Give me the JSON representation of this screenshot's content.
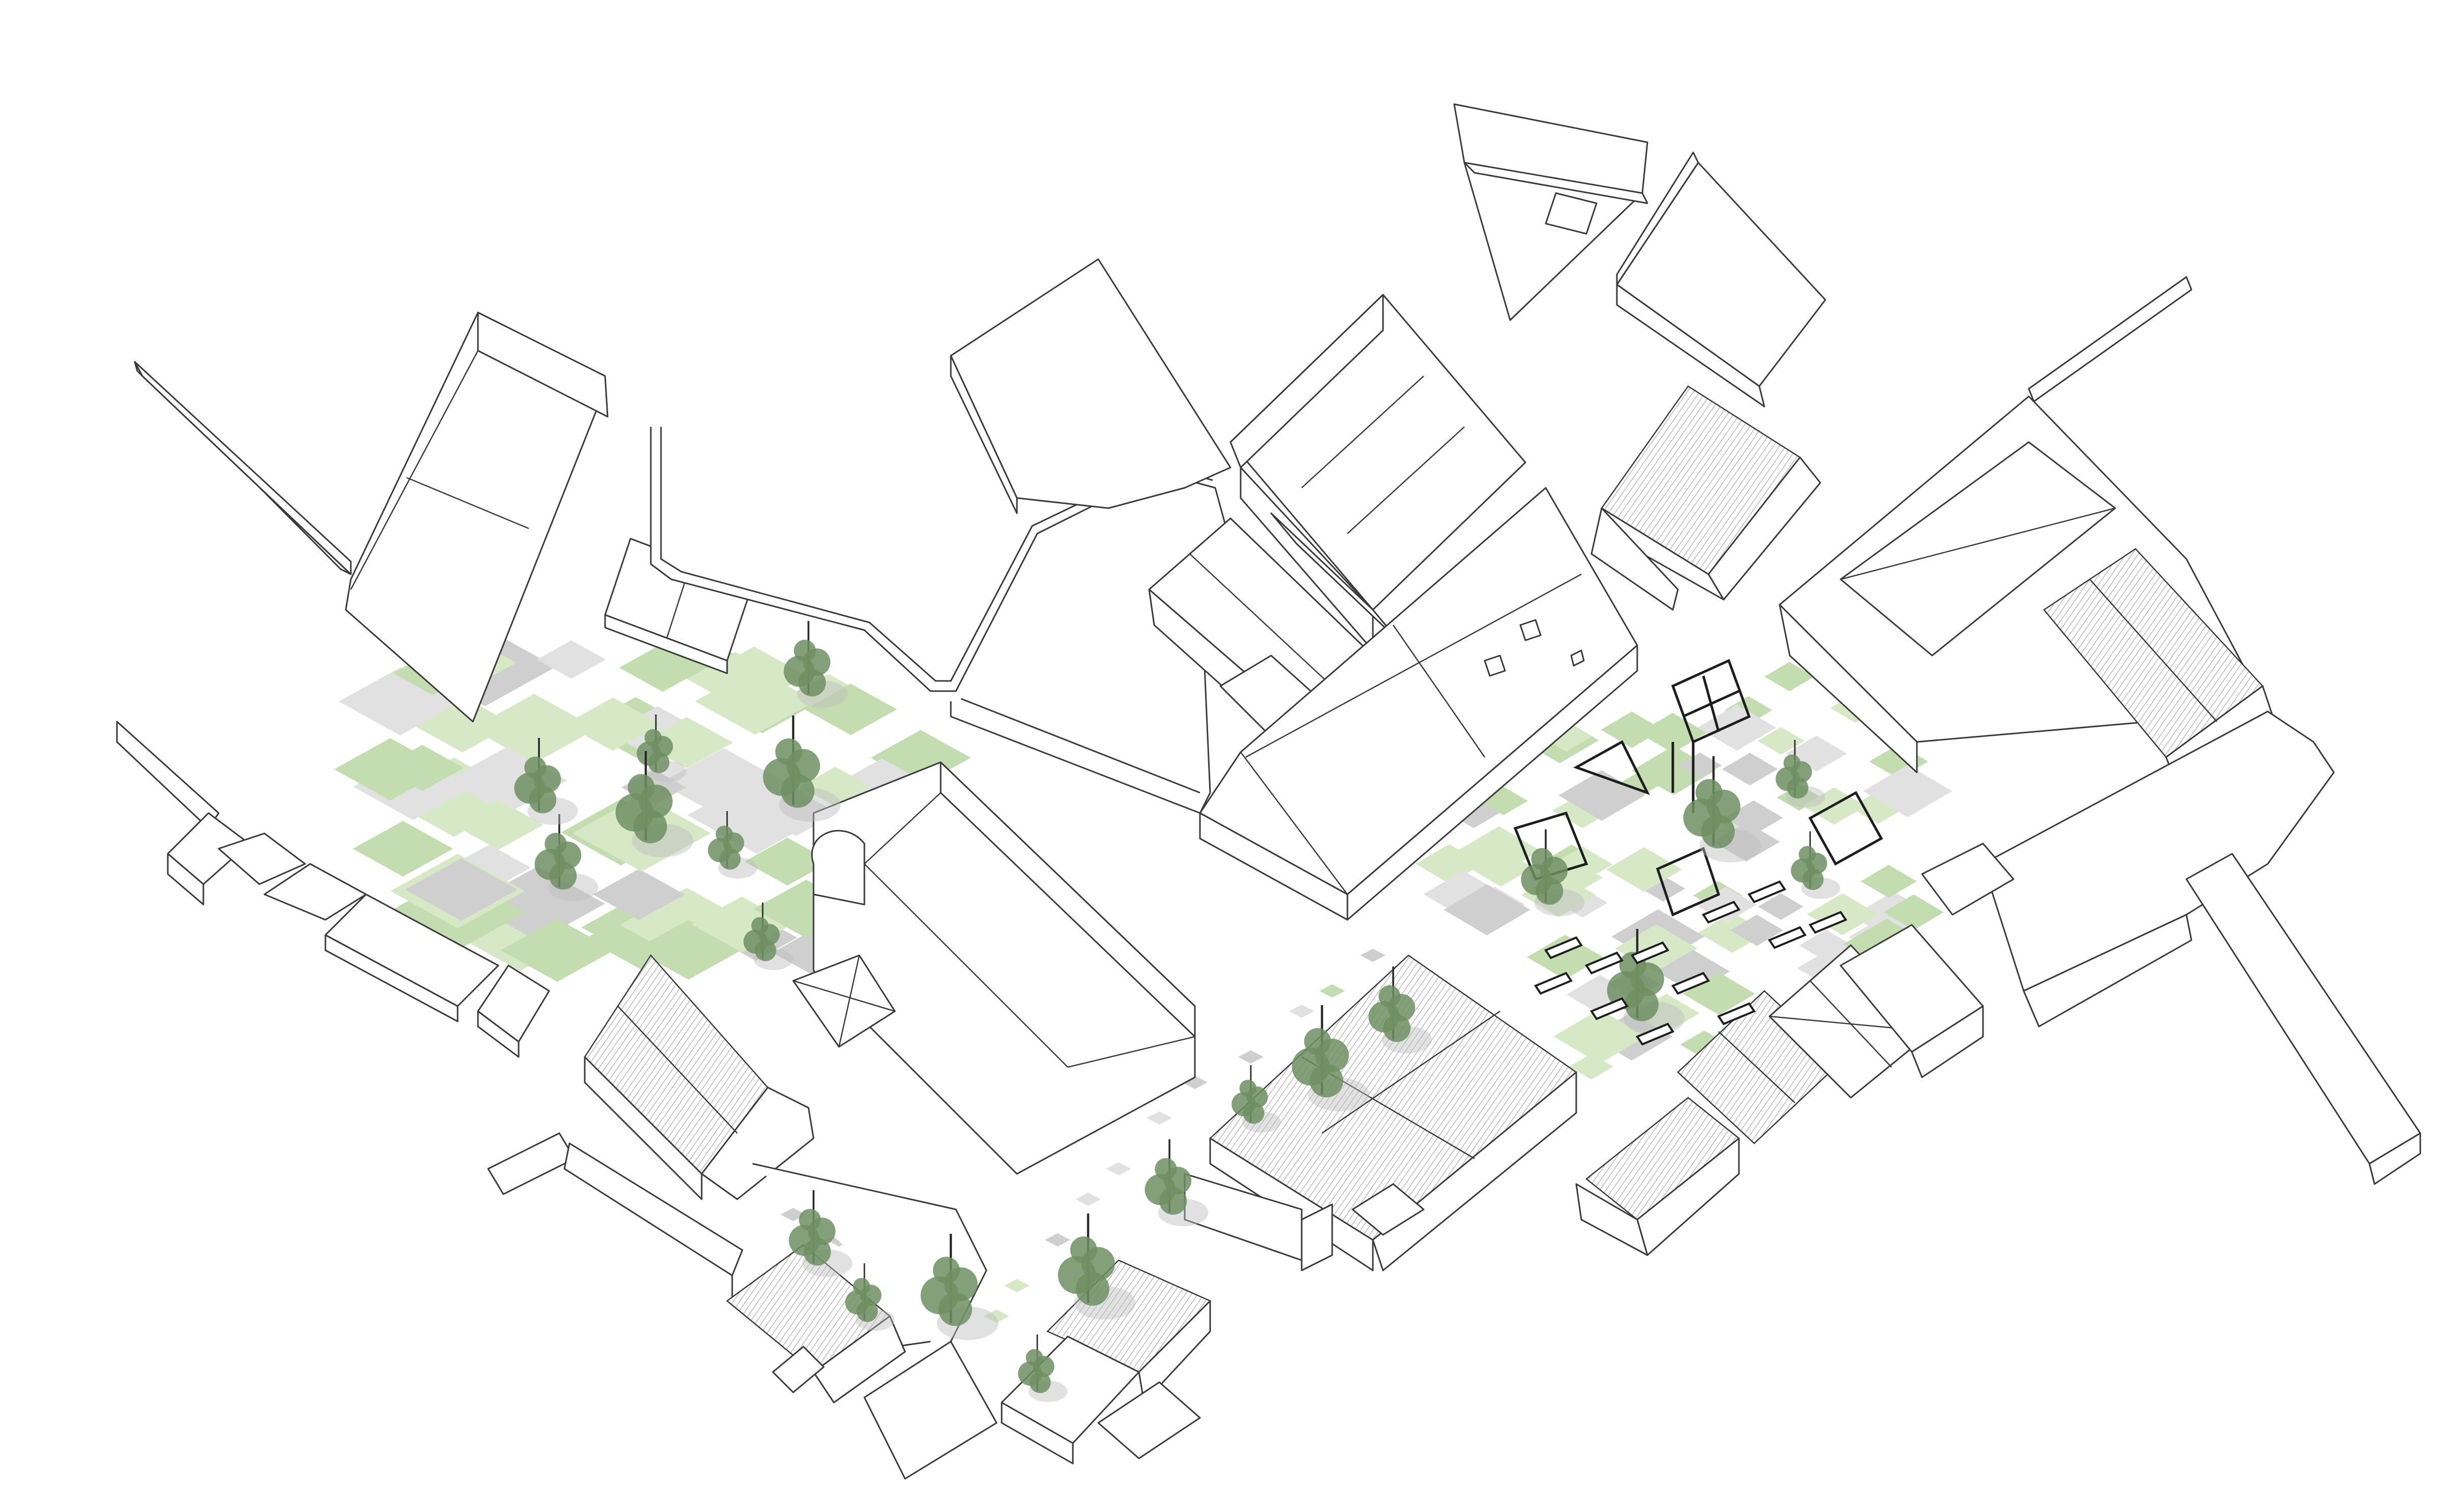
{
  "diagram": {
    "kind": "axonometric urban site plan",
    "colors": {
      "light_green": "#d7e8c6",
      "mid_green": "#c3dcb0",
      "light_grey": "#e1e1e1",
      "mid_grey": "#cfcfcf",
      "tree": "#6f8f63",
      "line": "#3a3a3a"
    },
    "elements": {
      "buildings": 34,
      "trees": 22,
      "pergolas": 6,
      "bench_groups": 12
    }
  }
}
